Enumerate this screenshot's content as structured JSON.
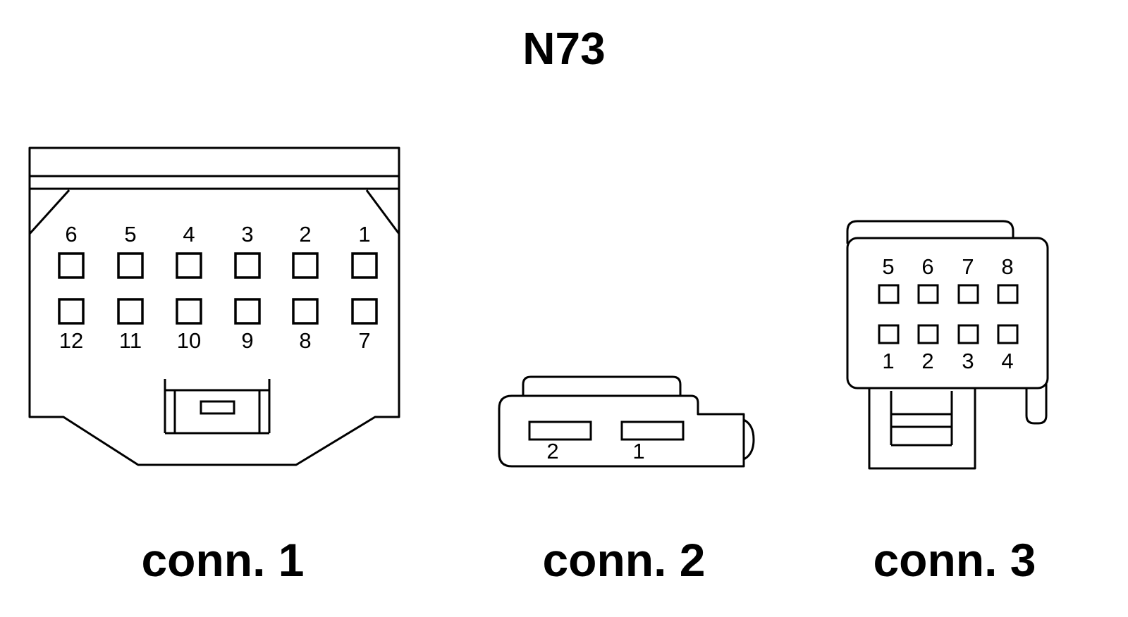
{
  "title": "N73",
  "colors": {
    "line": "#000000",
    "background": "#ffffff"
  },
  "connectors": [
    {
      "caption": "conn. 1",
      "pins_top": [
        "6",
        "5",
        "4",
        "3",
        "2",
        "1"
      ],
      "pins_bottom": [
        "12",
        "11",
        "10",
        "9",
        "8",
        "7"
      ]
    },
    {
      "caption": "conn. 2",
      "pins": [
        "2",
        "1"
      ]
    },
    {
      "caption": "conn. 3",
      "pins_top": [
        "5",
        "6",
        "7",
        "8"
      ],
      "pins_bottom": [
        "1",
        "2",
        "3",
        "4"
      ]
    }
  ]
}
